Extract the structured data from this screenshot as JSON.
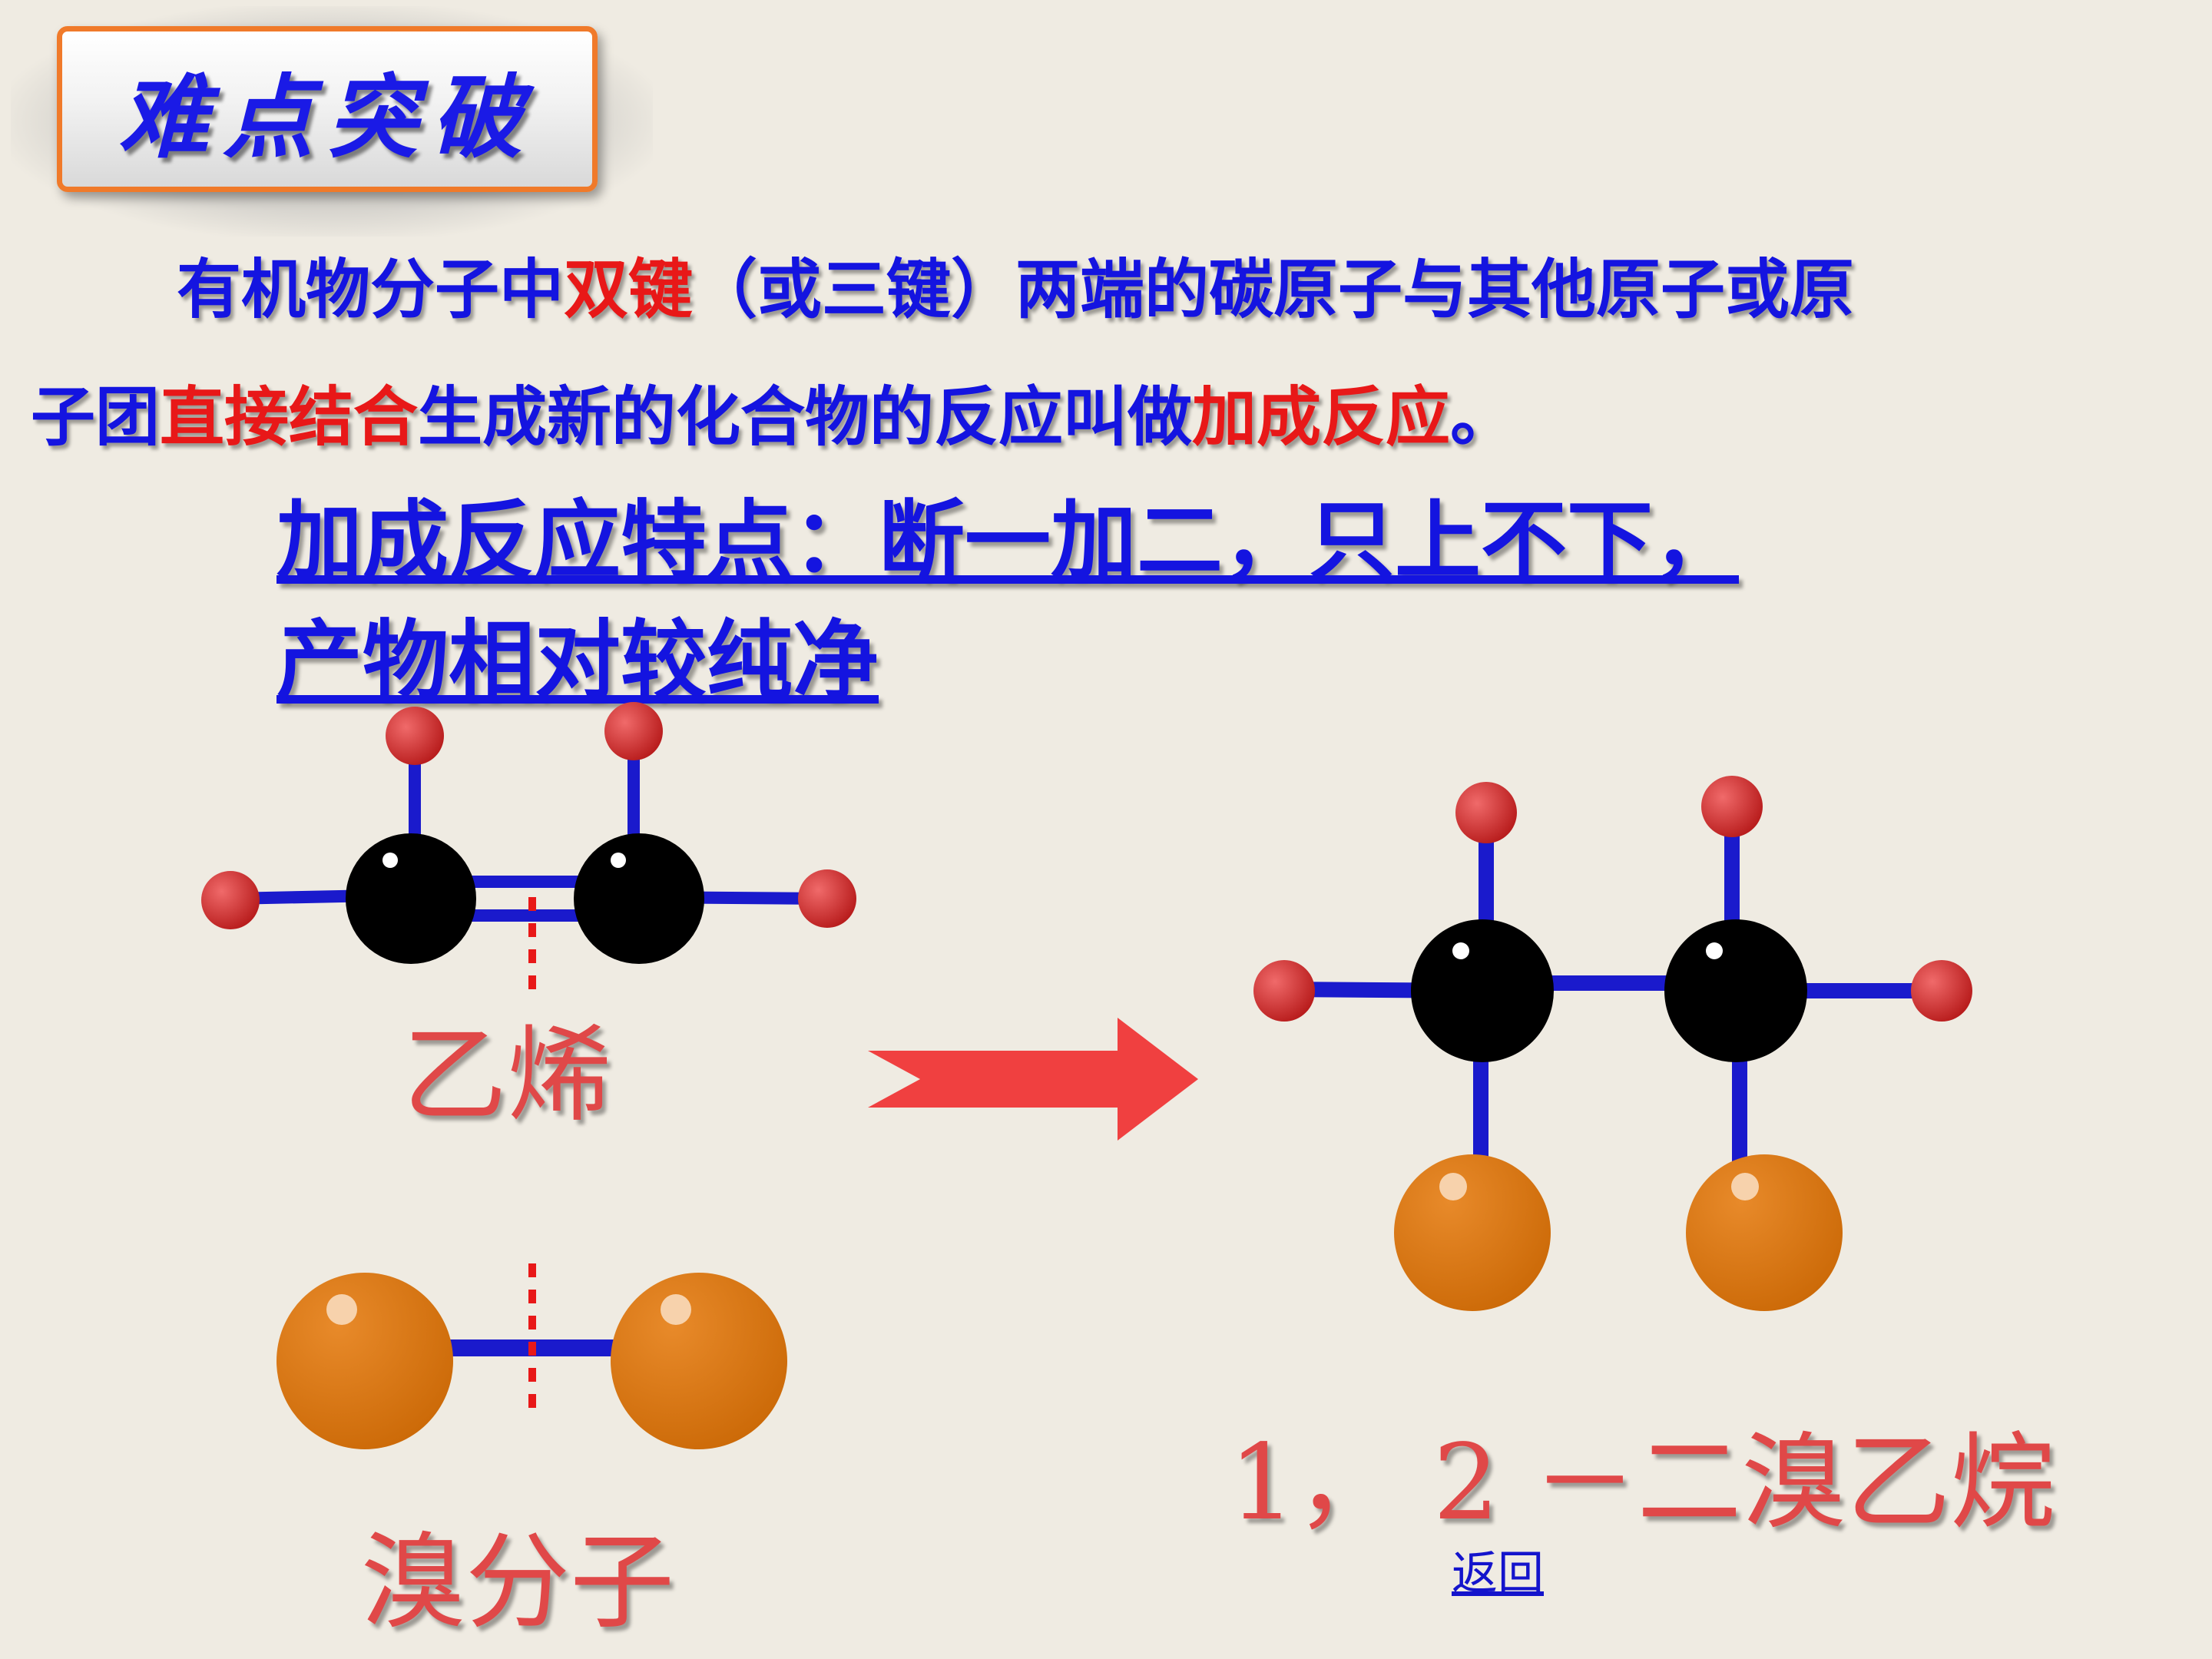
{
  "title": "难点突破",
  "definition": {
    "line1": [
      {
        "text": "有机物分子中",
        "color": "blue"
      },
      {
        "text": "双键",
        "color": "red"
      },
      {
        "text": "（或三键）两端的碳原子与其他原子或原",
        "color": "blue"
      }
    ],
    "line2": [
      {
        "text": "子团",
        "color": "blue"
      },
      {
        "text": "直接结合",
        "color": "red"
      },
      {
        "text": "生成新的化合物的反应叫做",
        "color": "blue"
      },
      {
        "text": "加成反应",
        "color": "red"
      },
      {
        "text": "。",
        "color": "blue"
      }
    ]
  },
  "feature": {
    "line1": "加成反应特点：断一加二，只上不下，",
    "line2": "产物相对较纯净"
  },
  "labels": {
    "ethylene": "乙烯",
    "bromine": "溴分子",
    "product": "1， 2 －二溴乙烷"
  },
  "back_link": "返回",
  "colors": {
    "blue_text": "#1414e0",
    "red_text": "#e81818",
    "caption": "#e04848",
    "bond": "#1a1acc",
    "carbon": "#000000",
    "hydrogen": "#d42a2a",
    "bromine_atom": "#d4700c",
    "arrow": "#f04040",
    "title_border": "#f07a2a"
  }
}
